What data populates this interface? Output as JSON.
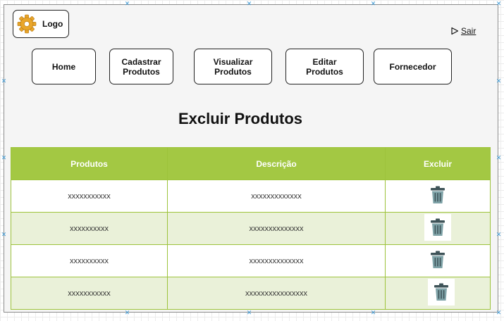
{
  "header": {
    "logo_label": "Logo",
    "logo_icon": "gear-icon",
    "logout_label": "Sair",
    "logout_icon": "play-triangle-icon"
  },
  "nav": [
    {
      "label": "Home"
    },
    {
      "label": "Cadastrar\nProdutos"
    },
    {
      "label": "Visualizar\nProdutos"
    },
    {
      "label": "Editar\nProdutos"
    },
    {
      "label": "Fornecedor"
    }
  ],
  "page_title": "Excluir Produtos",
  "table": {
    "headers": [
      "Produtos",
      "Descrição",
      "Excluir"
    ],
    "rows": [
      {
        "produto": "xxxxxxxxxxx",
        "descricao": "xxxxxxxxxxxxx"
      },
      {
        "produto": "xxxxxxxxxx",
        "descricao": "xxxxxxxxxxxxxx"
      },
      {
        "produto": "xxxxxxxxxx",
        "descricao": "xxxxxxxxxxxxxx"
      },
      {
        "produto": "xxxxxxxxxxx",
        "descricao": "xxxxxxxxxxxxxxxx"
      }
    ],
    "delete_icon": "trash-icon"
  },
  "colors": {
    "header_bg": "#a3c843",
    "row_alt_bg": "#eaf1d9",
    "border": "#9dc33b",
    "selection_handles": "#3d9ad6"
  }
}
